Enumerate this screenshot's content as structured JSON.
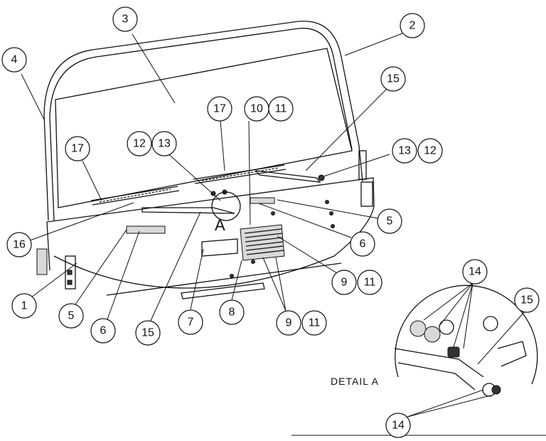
{
  "diagram": {
    "view_marker": "A",
    "detail_label": "DETAIL A",
    "callouts": [
      {
        "id": "c1",
        "label": "1"
      },
      {
        "id": "c2",
        "label": "2"
      },
      {
        "id": "c3",
        "label": "3"
      },
      {
        "id": "c4",
        "label": "4"
      },
      {
        "id": "c5a",
        "label": "5"
      },
      {
        "id": "c5b",
        "label": "5"
      },
      {
        "id": "c6a",
        "label": "6"
      },
      {
        "id": "c6b",
        "label": "6"
      },
      {
        "id": "c7",
        "label": "7"
      },
      {
        "id": "c8",
        "label": "8"
      },
      {
        "id": "c9a",
        "label": "9"
      },
      {
        "id": "c9b",
        "label": "9"
      },
      {
        "id": "c10",
        "label": "10"
      },
      {
        "id": "c11a",
        "label": "11"
      },
      {
        "id": "c11b",
        "label": "11"
      },
      {
        "id": "c11c",
        "label": "11"
      },
      {
        "id": "c12a",
        "label": "12"
      },
      {
        "id": "c12b",
        "label": "12"
      },
      {
        "id": "c13a",
        "label": "13"
      },
      {
        "id": "c13b",
        "label": "13"
      },
      {
        "id": "c14a",
        "label": "14"
      },
      {
        "id": "c14b",
        "label": "14"
      },
      {
        "id": "c15a",
        "label": "15"
      },
      {
        "id": "c15b",
        "label": "15"
      },
      {
        "id": "c15c",
        "label": "15"
      },
      {
        "id": "c16",
        "label": "16"
      },
      {
        "id": "c17a",
        "label": "17"
      },
      {
        "id": "c17b",
        "label": "17"
      }
    ]
  }
}
